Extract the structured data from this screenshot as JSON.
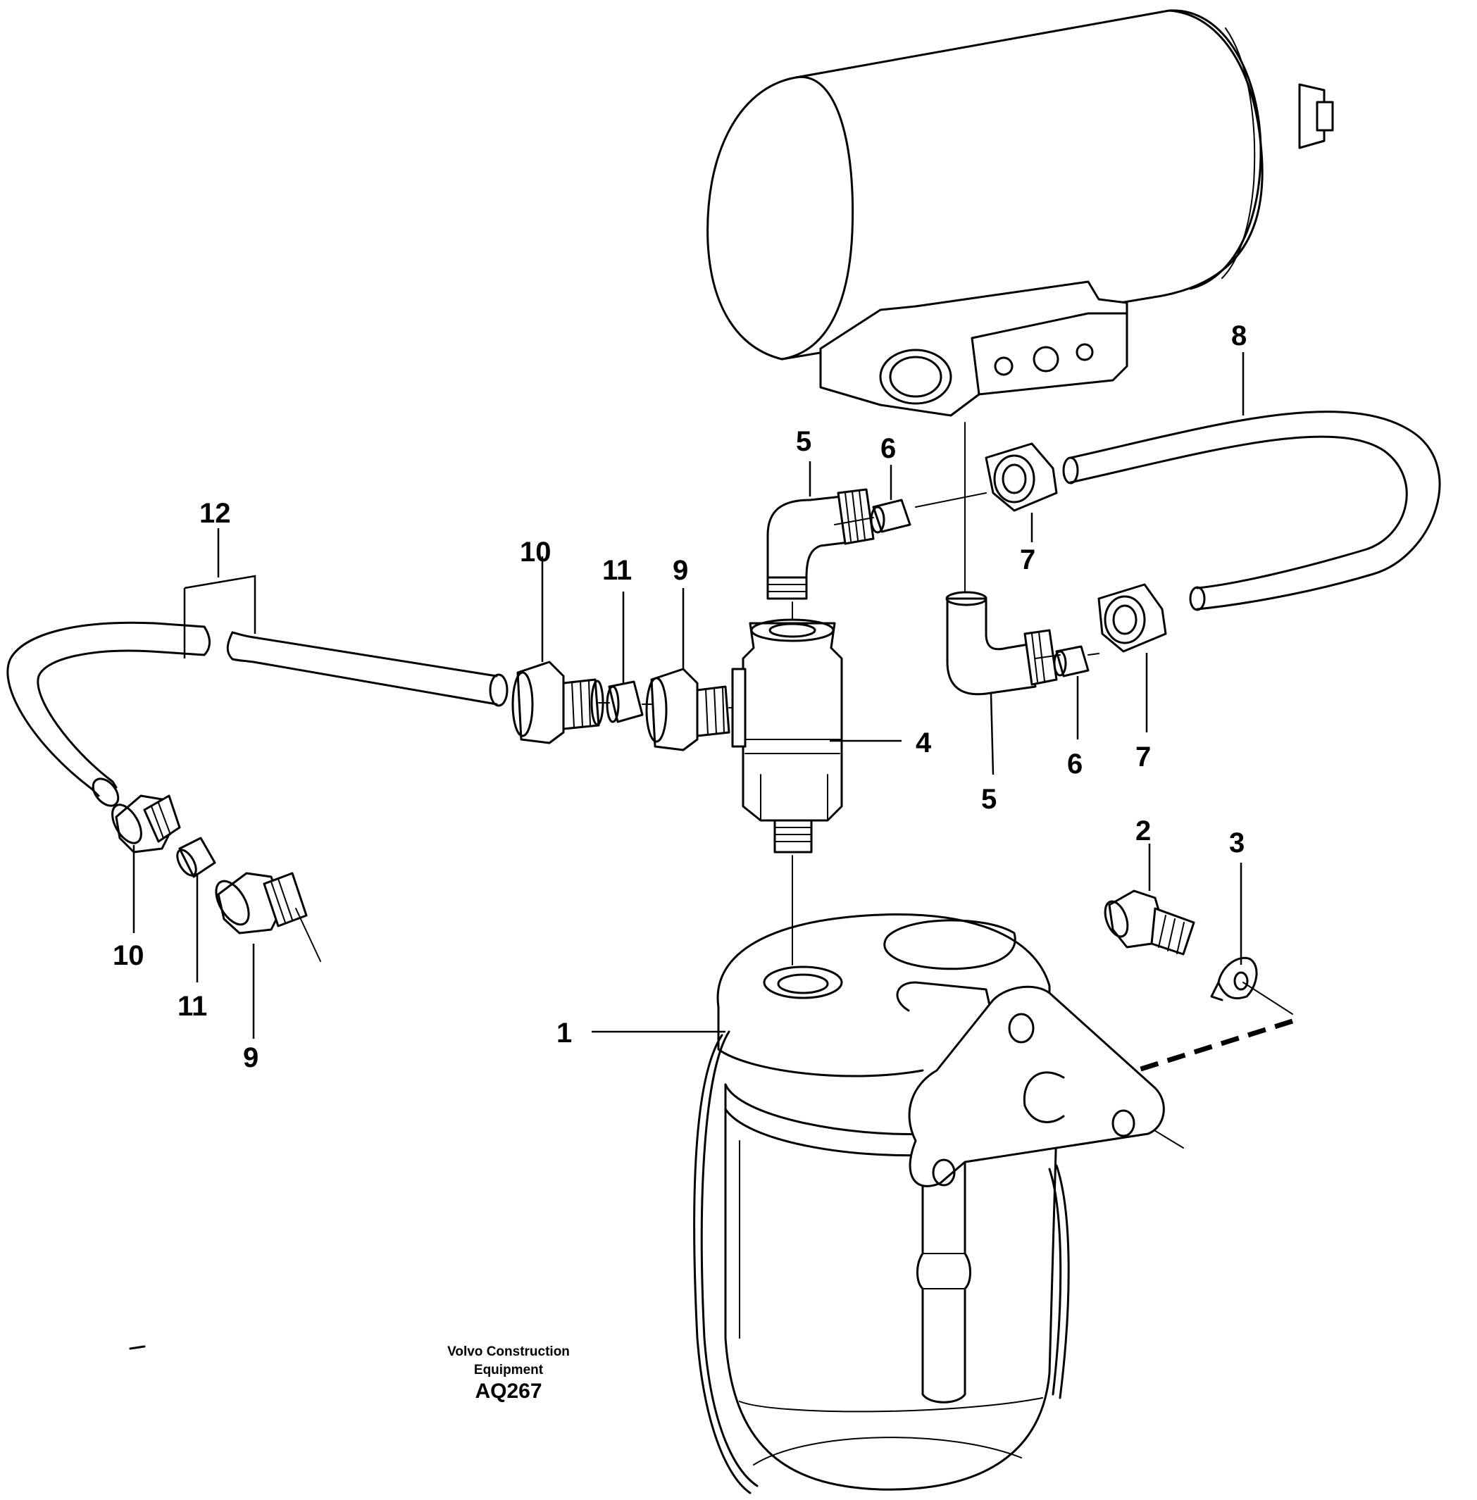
{
  "diagram": {
    "callouts": [
      {
        "id": "c1",
        "label": "1"
      },
      {
        "id": "c2",
        "label": "2"
      },
      {
        "id": "c3",
        "label": "3"
      },
      {
        "id": "c4",
        "label": "4"
      },
      {
        "id": "c5a",
        "label": "5"
      },
      {
        "id": "c5b",
        "label": "5"
      },
      {
        "id": "c6a",
        "label": "6"
      },
      {
        "id": "c6b",
        "label": "6"
      },
      {
        "id": "c7a",
        "label": "7"
      },
      {
        "id": "c7b",
        "label": "7"
      },
      {
        "id": "c8",
        "label": "8"
      },
      {
        "id": "c9a",
        "label": "9"
      },
      {
        "id": "c9b",
        "label": "9"
      },
      {
        "id": "c10a",
        "label": "10"
      },
      {
        "id": "c10b",
        "label": "10"
      },
      {
        "id": "c11a",
        "label": "11"
      },
      {
        "id": "c11b",
        "label": "11"
      },
      {
        "id": "c12",
        "label": "12"
      }
    ],
    "credit": {
      "line1": "Volvo Construction",
      "line2": "Equipment",
      "code": "AQ267"
    }
  }
}
